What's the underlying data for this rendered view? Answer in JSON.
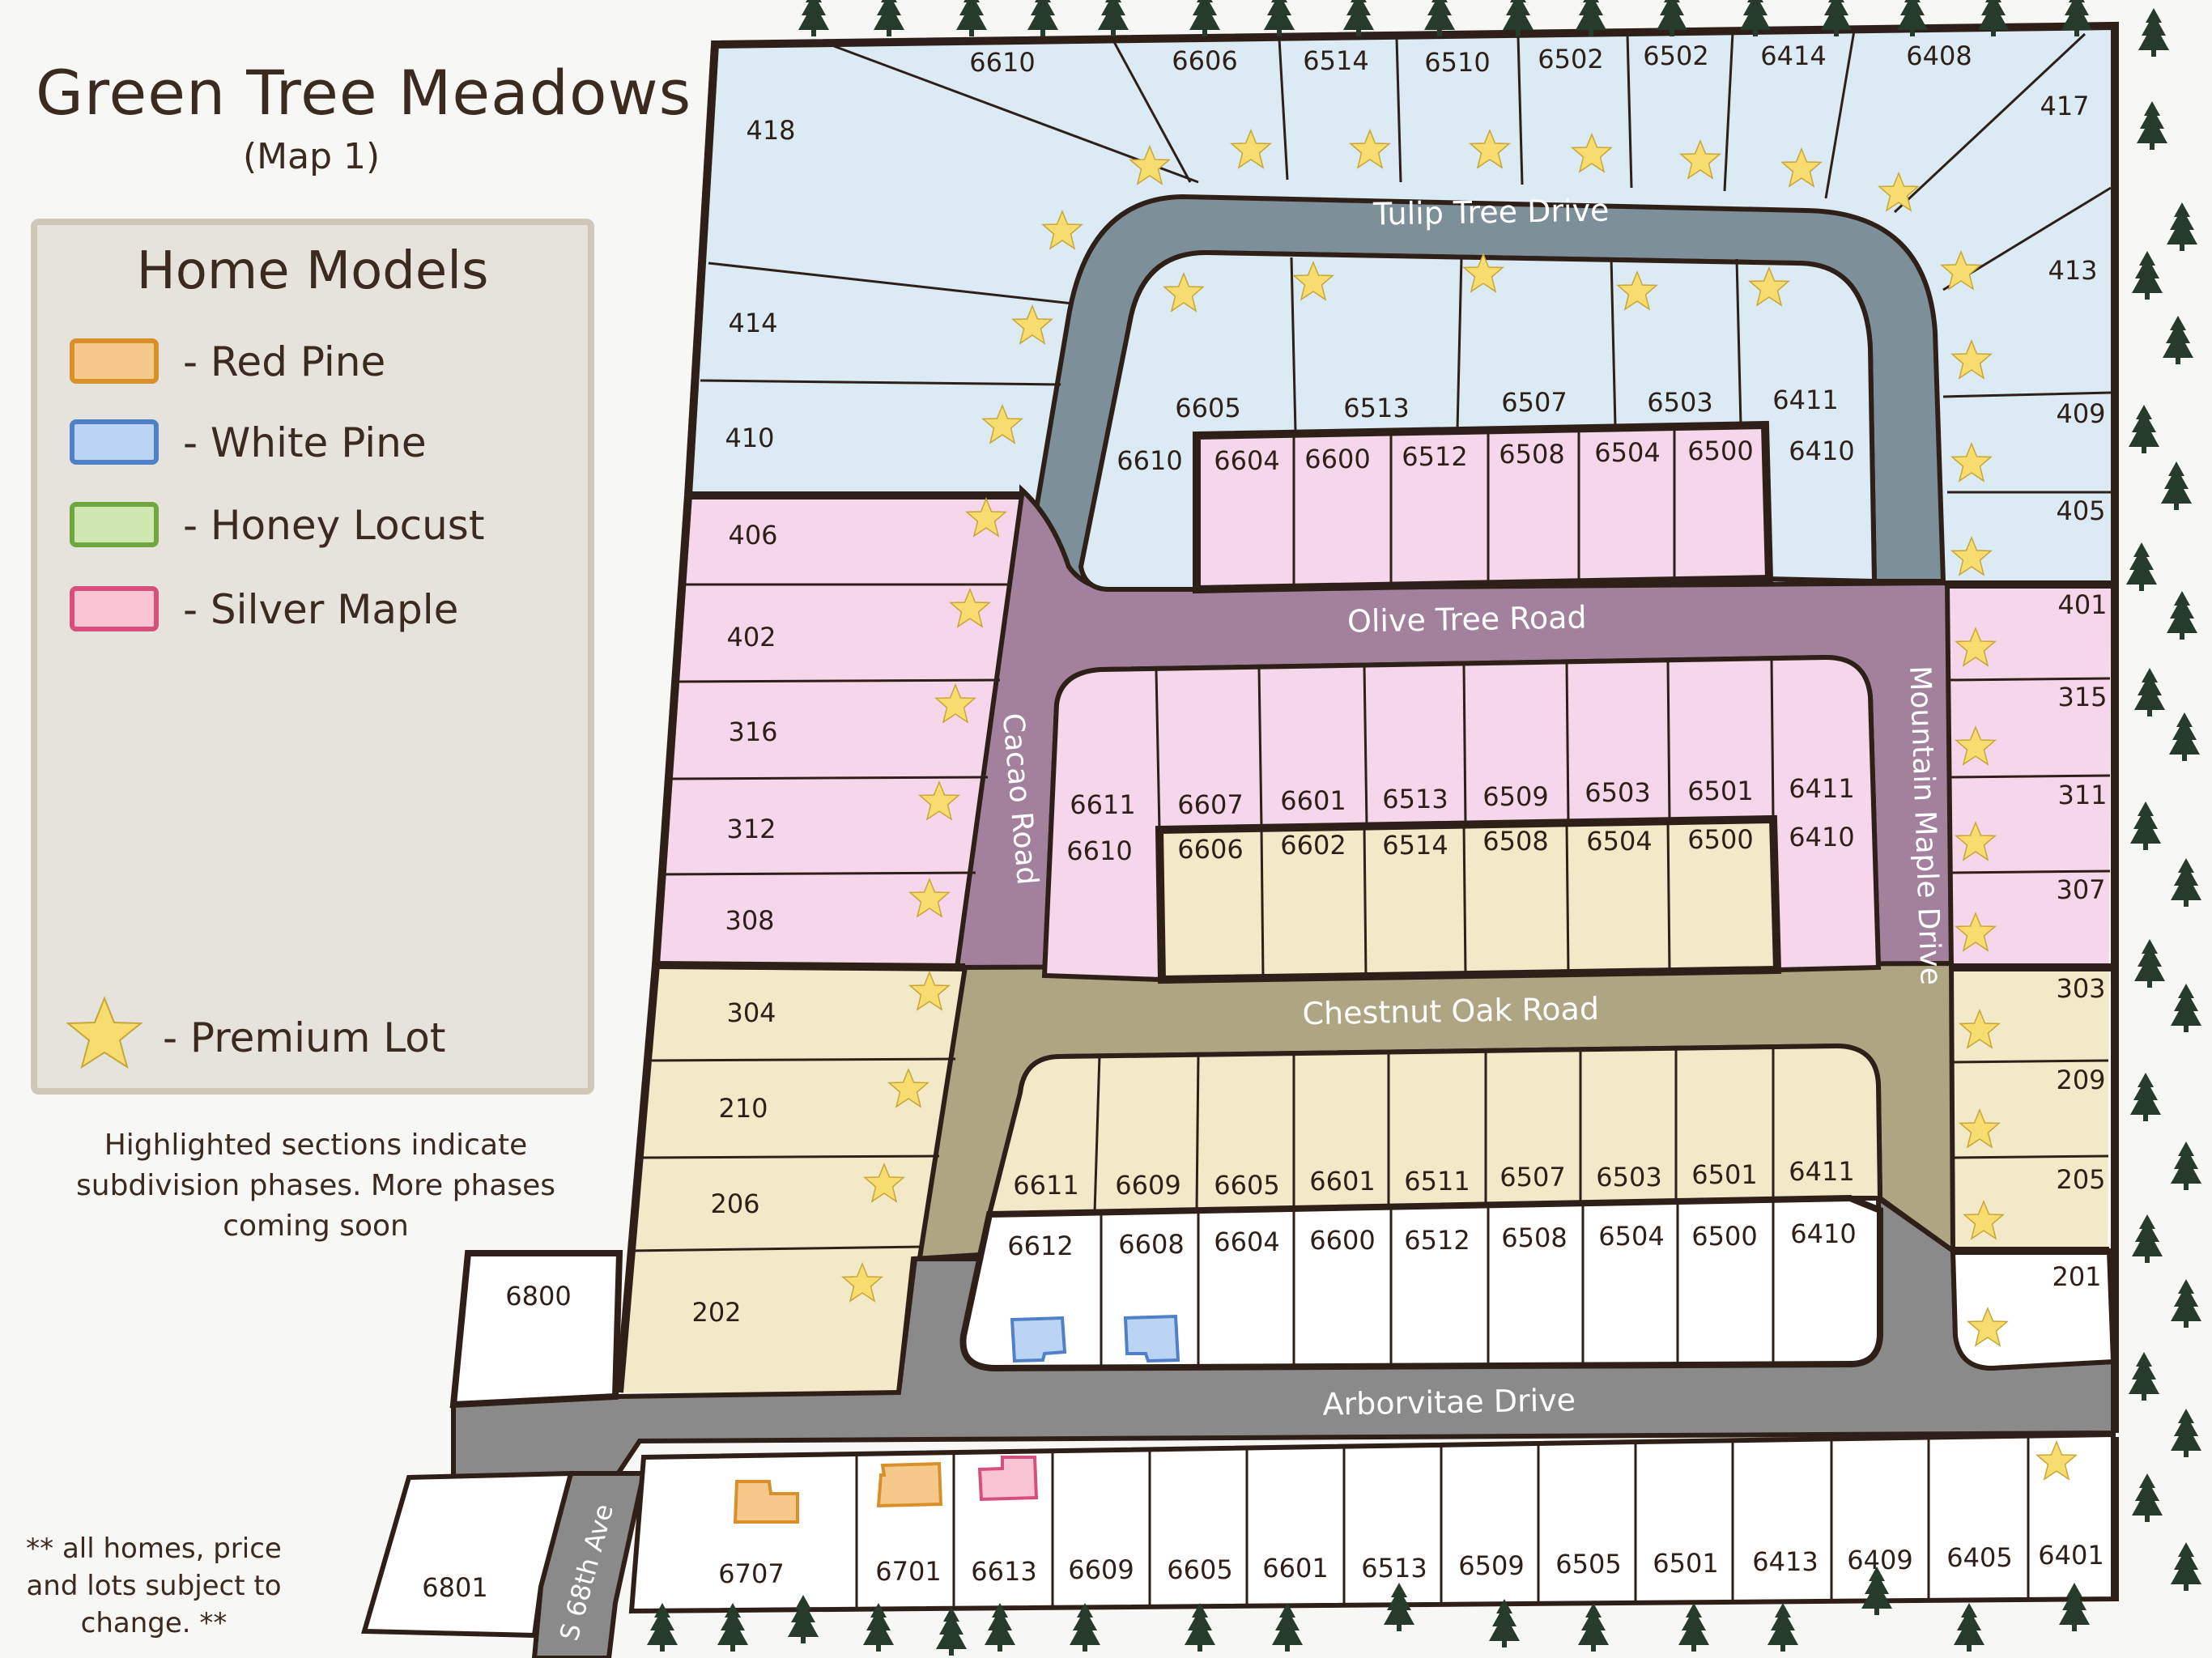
{
  "title": "Green Tree Meadows",
  "subtitle": "(Map 1)",
  "legend": {
    "title": "Home Models",
    "items": [
      {
        "label": "- Red Pine",
        "fill": "#f5c98a",
        "stroke": "#d9902a"
      },
      {
        "label": "- White Pine",
        "fill": "#bcd4f4",
        "stroke": "#4f80c8"
      },
      {
        "label": "- Honey Locust",
        "fill": "#cfe7b0",
        "stroke": "#6ea83c"
      },
      {
        "label": "- Silver Maple",
        "fill": "#f8c4d4",
        "stroke": "#d64f7d"
      }
    ],
    "premium_label": "- Premium Lot"
  },
  "note": "Highlighted sections indicate subdivision phases. More phases coming soon",
  "disclaimer": "** all homes, price and lots subject to change. **",
  "colors": {
    "blue_phase": "#dbeaf3",
    "pink_phase": "#f6d6ea",
    "tan_phase": "#f2e9c8",
    "white_lot": "#ffffff",
    "tulip_road": "#7d8f98",
    "olive_road": "#a3809c",
    "chestnut_road": "#aea583",
    "arborvitae_road": "#8a8a8a",
    "lot_border": "#2e2018",
    "star": "#f7dc6f",
    "tree": "#263b2c"
  },
  "roads": {
    "tulip": "Tulip Tree Drive",
    "olive": "Olive Tree Road",
    "cacao": "Cacao Road",
    "mountain": "Mountain Maple Drive",
    "chestnut": "Chestnut Oak Road",
    "arborvitae": "Arborvitae Drive",
    "s68": "S 68th Ave"
  },
  "lots": {
    "tulip_north": [
      "6610",
      "6606",
      "6514",
      "6510",
      "6502",
      "6502",
      "6414",
      "6408"
    ],
    "west_blue": [
      "418",
      "414",
      "410"
    ],
    "east_blue": [
      "417",
      "413",
      "409",
      "405"
    ],
    "tulip_inner": [
      "6605",
      "6513",
      "6507",
      "6503",
      "6411"
    ],
    "tulip_inner_south": [
      "6610",
      "6604",
      "6600",
      "6512",
      "6508",
      "6504",
      "6500",
      "6410"
    ],
    "west_pink": [
      "406",
      "402",
      "316",
      "312",
      "308"
    ],
    "east_pink": [
      "401",
      "315",
      "311",
      "307"
    ],
    "olive_south": [
      "6611",
      "6607",
      "6601",
      "6513",
      "6509",
      "6503",
      "6501",
      "6411"
    ],
    "chestnut_north": [
      "6610",
      "6606",
      "6602",
      "6514",
      "6508",
      "6504",
      "6500",
      "6410"
    ],
    "west_tan": [
      "304",
      "210",
      "206",
      "202"
    ],
    "east_tan": [
      "303",
      "209",
      "205"
    ],
    "chestnut_south": [
      "6611",
      "6609",
      "6605",
      "6601",
      "6511",
      "6507",
      "6503",
      "6501",
      "6411"
    ],
    "arbor_north": [
      "6612",
      "6608",
      "6604",
      "6600",
      "6512",
      "6508",
      "6504",
      "6500",
      "6410"
    ],
    "arbor_south": [
      "6707",
      "6701",
      "6613",
      "6609",
      "6605",
      "6601",
      "6513",
      "6509",
      "6505",
      "6501",
      "6413",
      "6409",
      "6405",
      "6401"
    ],
    "other": [
      "6800",
      "6801",
      "201"
    ]
  }
}
